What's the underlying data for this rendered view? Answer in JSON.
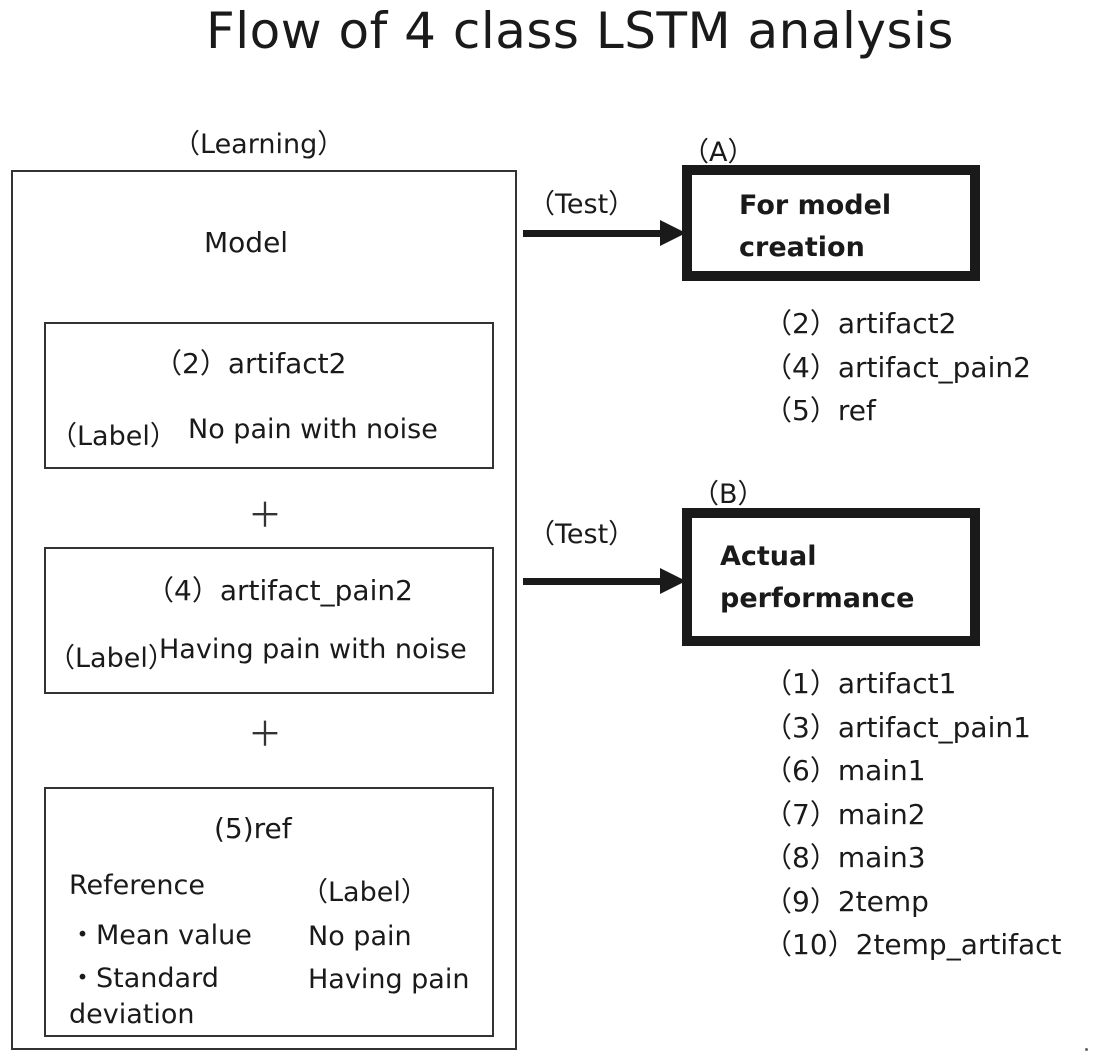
{
  "title": "Flow of 4 class LSTM analysis",
  "learning": {
    "heading": "（Learning）",
    "model_label": "Model",
    "box2": {
      "name": "（2）artifact2",
      "label_prefix": "（Label）",
      "label_text": "No pain with noise"
    },
    "box4": {
      "name": "（4）artifact_pain2",
      "label_prefix": "（Label）",
      "label_text": "Having pain with noise"
    },
    "box5": {
      "name": "(5)ref",
      "reference_heading": "Reference",
      "reference_items": [
        "・Mean value",
        "・Standard",
        "deviation"
      ],
      "label_heading": "（Label）",
      "label_items": [
        "No pain",
        "Having pain"
      ]
    },
    "plus_symbol": "＋"
  },
  "test_label": "（Test）",
  "outputs": [
    {
      "marker": "（A）",
      "title": "For model creation",
      "items": [
        "（2）artifact2",
        "（4）artifact_pain2",
        "（5）ref"
      ]
    },
    {
      "marker": "（B）",
      "title": "Actual performance",
      "items": [
        "（1）artifact1",
        "（3）artifact_pain1",
        "（6）main1",
        "（7）main2",
        "（8）main3",
        "（9）2temp",
        "（10）2temp_artifact"
      ]
    }
  ]
}
